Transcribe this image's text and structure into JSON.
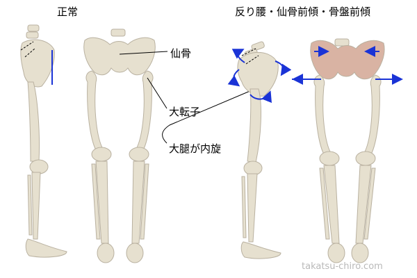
{
  "heading_normal": "正常",
  "heading_condition": "反り腰・仙骨前傾・骨盤前傾",
  "labels": {
    "sacrum": "仙骨",
    "greater_trochanter": "大転子",
    "femur_rotation": "大腿が内旋"
  },
  "watermark": "takatsu-chiro.com",
  "colors": {
    "bone": "#e6e0cf",
    "bone_stroke": "#b9b1a0",
    "arrow": "#1a33d6",
    "pelvis_tint": "#d9b3a3",
    "label_line": "#000000"
  }
}
